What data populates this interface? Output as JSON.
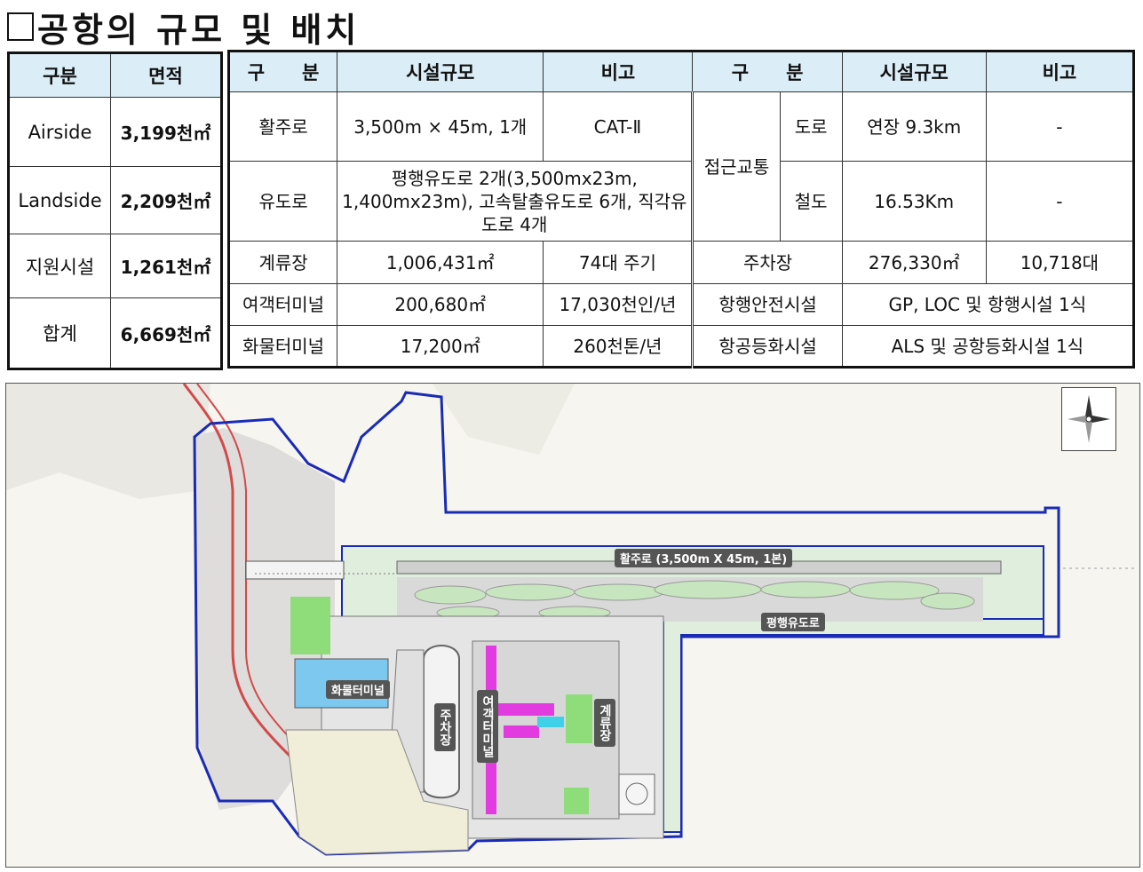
{
  "title": "공항의 규모 및 배치",
  "area_table": {
    "headers": [
      "구분",
      "면적"
    ],
    "rows": [
      {
        "name": "Airside",
        "value": "3,199천㎡"
      },
      {
        "name": "Landside",
        "value": "2,209천㎡"
      },
      {
        "name": "지원시설",
        "value": "1,261천㎡"
      },
      {
        "name": "합계",
        "value": "6,669천㎡"
      }
    ]
  },
  "facility_table": {
    "headers_left": [
      "구　　분",
      "시설규모",
      "비고"
    ],
    "headers_right": [
      "구　　분",
      "시설규모",
      "비고"
    ],
    "rows": [
      {
        "name": "활주로",
        "size": "3,500m × 45m, 1개",
        "note": "CAT-Ⅱ"
      },
      {
        "name": "유도로",
        "size": "평행유도로 2개(3,500mx23m, 1,400mx23m), 고속탈출유도로 6개, 직각유도로 4개",
        "note": ""
      },
      {
        "name": "계류장",
        "size": "1,006,431㎡",
        "note": "74대 주기"
      },
      {
        "name": "여객터미널",
        "size": "200,680㎡",
        "note": "17,030천인/년"
      },
      {
        "name": "화물터미널",
        "size": "17,200㎡",
        "note": "260천톤/년"
      }
    ],
    "access": {
      "group": "접근교통",
      "items": [
        {
          "name": "도로",
          "size": "연장 9.3km",
          "note": "-"
        },
        {
          "name": "철도",
          "size": "16.53Km",
          "note": "-"
        }
      ]
    },
    "right_rows": [
      {
        "name": "주차장",
        "size": "276,330㎡",
        "note": "10,718대"
      },
      {
        "name": "항행안전시설",
        "size": "GP, LOC 및 항행시설 1식"
      },
      {
        "name": "항공등화시설",
        "size": "ALS 및 공항등화시설 1식"
      }
    ]
  },
  "map": {
    "labels": {
      "runway": "활주로 (3,500m X 45m, 1본)",
      "taxiway": "평행유도로",
      "cargo_terminal": "화물터미널",
      "parking": "주차장",
      "passenger_terminal": "여객터미널",
      "apron": "계류장"
    },
    "colors": {
      "boundary": "#1a2bb5",
      "road": "#d24a4a",
      "terminal": "#e23be0",
      "cargo": "#7cc8ef",
      "green": "#8fdc7a"
    }
  }
}
